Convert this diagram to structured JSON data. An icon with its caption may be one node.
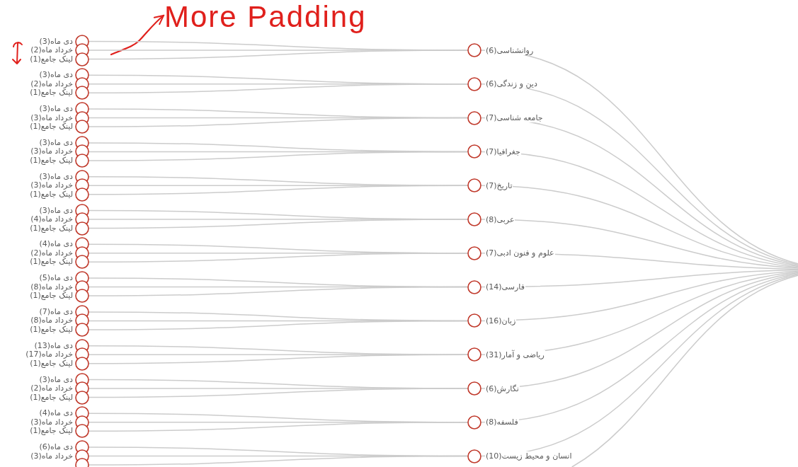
{
  "diagram": {
    "nodes": [
      {
        "text": [
          "More Padding"
        ]
      },
      {
        "text": [
          "دی ماه(3)"
        ]
      },
      {
        "text": [
          "خرداد ماه(2)"
        ]
      },
      {
        "text": [
          "لینک جامع(1)"
        ]
      },
      {
        "text": [
          "روانشناسی(6)"
        ]
      },
      {
        "text": [
          "دی ماه(3)"
        ]
      },
      {
        "text": [
          "خرداد ماه(2)"
        ]
      },
      {
        "text": [
          "لینک جامع(1)"
        ]
      },
      {
        "text": [
          "دین و زندگی(6)"
        ]
      },
      {
        "text": [
          "دی ماه(3)"
        ]
      },
      {
        "text": [
          "خرداد ماه(3)"
        ]
      },
      {
        "text": [
          "لینک جامع(1)"
        ]
      },
      {
        "text": [
          "جامعه شناسی(7)"
        ]
      },
      {
        "text": [
          "دی ماه(3)"
        ]
      },
      {
        "text": [
          "خرداد ماه(3)"
        ]
      },
      {
        "text": [
          "لینک جامع(1)"
        ]
      },
      {
        "text": [
          "جغرافیا(7)"
        ]
      },
      {
        "text": [
          "دی ماه(3)"
        ]
      },
      {
        "text": [
          "خرداد ماه(3)"
        ]
      },
      {
        "text": [
          "لینک جامع(1)"
        ]
      },
      {
        "text": [
          "تاریخ(7)"
        ]
      },
      {
        "text": [
          "دی ماه(3)"
        ]
      },
      {
        "text": [
          "خرداد ماه(4)"
        ]
      },
      {
        "text": [
          "لینک جامع(1)"
        ]
      },
      {
        "text": [
          "عربی(8)"
        ]
      },
      {
        "text": [
          "دی ماه(4)"
        ]
      },
      {
        "text": [
          "خرداد ماه(2)"
        ]
      },
      {
        "text": [
          "لینک جامع(1)"
        ]
      },
      {
        "text": [
          "علوم و فنون ادبی(7)"
        ]
      },
      {
        "text": [
          "دی ماه(5)"
        ]
      },
      {
        "text": [
          "خرداد ماه(8)"
        ]
      },
      {
        "text": [
          "لینک جامع(1)"
        ]
      },
      {
        "text": [
          "فارسی(14)"
        ]
      },
      {
        "text": [
          "دی ماه(7)"
        ]
      },
      {
        "text": [
          "خرداد ماه(8)"
        ]
      },
      {
        "text": [
          "لینک جامع(1)"
        ]
      },
      {
        "text": [
          "زبان(16)"
        ]
      },
      {
        "text": [
          "دی ماه(13)"
        ]
      },
      {
        "text": [
          "خرداد ماه(17)"
        ]
      },
      {
        "text": [
          "لینک جامع(1)"
        ]
      },
      {
        "text": [
          "ریاضی و آمار(31)"
        ]
      },
      {
        "text": [
          "دی ماه(3)"
        ]
      },
      {
        "text": [
          "خرداد ماه(2)"
        ]
      },
      {
        "text": [
          "لینک جامع(1)"
        ]
      },
      {
        "text": [
          "نگارش(6)"
        ]
      },
      {
        "text": [
          "دی ماه(4)"
        ]
      },
      {
        "text": [
          "خرداد ماه(3)"
        ]
      },
      {
        "text": [
          "لینک جامع(1)"
        ]
      },
      {
        "text": [
          "فلسفه(8)"
        ]
      },
      {
        "text": [
          "دی ماه(6)"
        ]
      },
      {
        "text": [
          "خرداد ماه(3)"
        ]
      },
      {
        "text": [],
        "shape": "circle"
      },
      {
        "text": [
          "انسان و محیط زیست(10)"
        ]
      }
    ],
    "edges": [
      {
        "from": null,
        "to": 0,
        "arrow": "to",
        "color": "#e0201c"
      },
      {
        "from": 4,
        "to": 1,
        "arrow": "none"
      },
      {
        "from": 4,
        "to": 2,
        "arrow": "none"
      },
      {
        "from": 4,
        "to": 3,
        "arrow": "none"
      },
      {
        "from": 4,
        "to": null,
        "arrow": "none"
      },
      {
        "from": 8,
        "to": 5,
        "arrow": "none"
      },
      {
        "from": 8,
        "to": 6,
        "arrow": "none"
      },
      {
        "from": 8,
        "to": 7,
        "arrow": "none"
      },
      {
        "from": 8,
        "to": null,
        "arrow": "none"
      },
      {
        "from": 12,
        "to": 9,
        "arrow": "none"
      },
      {
        "from": 12,
        "to": 10,
        "arrow": "none"
      },
      {
        "from": 12,
        "to": 11,
        "arrow": "none"
      },
      {
        "from": 12,
        "to": null,
        "arrow": "none"
      },
      {
        "from": 16,
        "to": 13,
        "arrow": "none"
      },
      {
        "from": 16,
        "to": 14,
        "arrow": "none"
      },
      {
        "from": 16,
        "to": 15,
        "arrow": "none"
      },
      {
        "from": 16,
        "to": null,
        "arrow": "none"
      },
      {
        "from": 20,
        "to": 17,
        "arrow": "none"
      },
      {
        "from": 20,
        "to": 18,
        "arrow": "none"
      },
      {
        "from": 20,
        "to": 19,
        "arrow": "none"
      },
      {
        "from": 20,
        "to": null,
        "arrow": "none"
      },
      {
        "from": 24,
        "to": 21,
        "arrow": "none"
      },
      {
        "from": 24,
        "to": 22,
        "arrow": "none"
      },
      {
        "from": 24,
        "to": 23,
        "arrow": "none"
      },
      {
        "from": 24,
        "to": null,
        "arrow": "none"
      },
      {
        "from": 28,
        "to": 25,
        "arrow": "none"
      },
      {
        "from": 28,
        "to": 26,
        "arrow": "none"
      },
      {
        "from": 28,
        "to": 27,
        "arrow": "none"
      },
      {
        "from": 28,
        "to": null,
        "arrow": "none"
      },
      {
        "from": 32,
        "to": 29,
        "arrow": "none"
      },
      {
        "from": 32,
        "to": 30,
        "arrow": "none"
      },
      {
        "from": 32,
        "to": 31,
        "arrow": "none"
      },
      {
        "from": 32,
        "to": null,
        "arrow": "none"
      },
      {
        "from": 36,
        "to": 33,
        "arrow": "none"
      },
      {
        "from": 36,
        "to": 34,
        "arrow": "none"
      },
      {
        "from": 36,
        "to": 35,
        "arrow": "none"
      },
      {
        "from": 36,
        "to": null,
        "arrow": "none"
      },
      {
        "from": 40,
        "to": 37,
        "arrow": "none"
      },
      {
        "from": 40,
        "to": 38,
        "arrow": "none"
      },
      {
        "from": 40,
        "to": 39,
        "arrow": "none"
      },
      {
        "from": 40,
        "to": null,
        "arrow": "none"
      },
      {
        "from": 44,
        "to": 41,
        "arrow": "none"
      },
      {
        "from": 44,
        "to": 42,
        "arrow": "none"
      },
      {
        "from": 44,
        "to": 43,
        "arrow": "none"
      },
      {
        "from": 44,
        "to": null,
        "arrow": "none"
      },
      {
        "from": 48,
        "to": 45,
        "arrow": "none"
      },
      {
        "from": 48,
        "to": 46,
        "arrow": "none"
      },
      {
        "from": 48,
        "to": 47,
        "arrow": "none"
      },
      {
        "from": 48,
        "to": null,
        "arrow": "none"
      },
      {
        "from": 52,
        "to": 49,
        "arrow": "none"
      },
      {
        "from": 52,
        "to": 50,
        "arrow": "none"
      },
      {
        "from": 52,
        "to": 51,
        "arrow": "none"
      },
      {
        "from": 52,
        "to": null,
        "arrow": "none"
      }
    ]
  }
}
